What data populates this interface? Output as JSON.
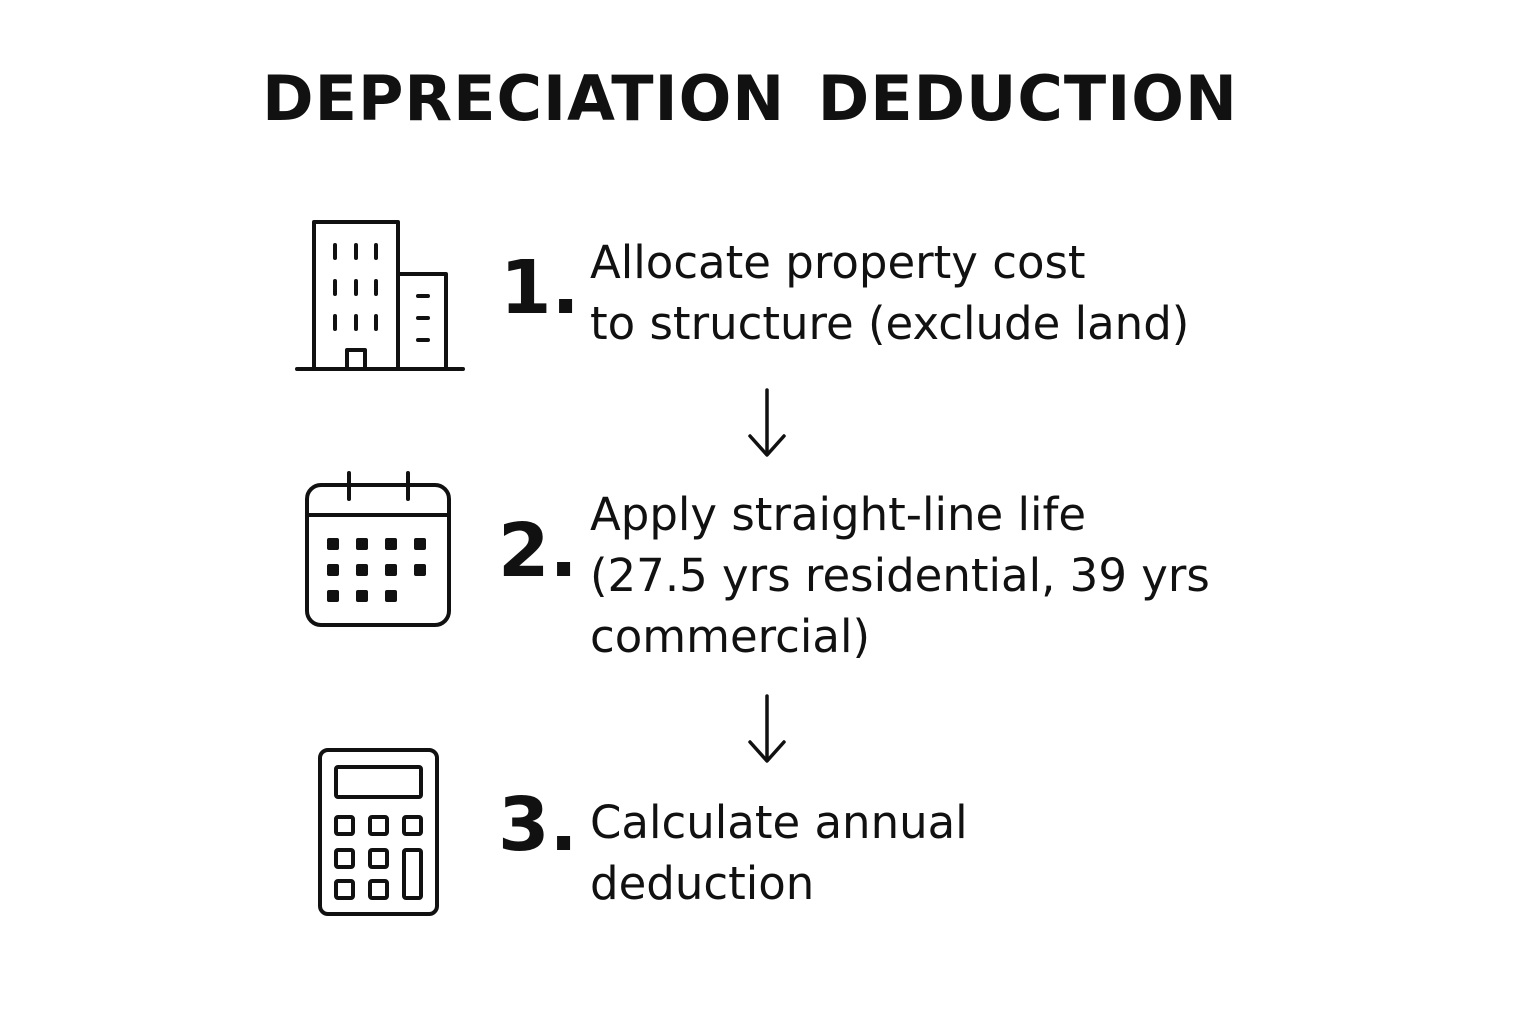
{
  "title": "DEPRECIATION DEDUCTION",
  "steps": [
    {
      "number": "1.",
      "icon": "building-icon",
      "lines": [
        "Allocate property cost",
        "to structure (exclude land)"
      ]
    },
    {
      "number": "2.",
      "icon": "calendar-icon",
      "lines": [
        "Apply straight-line life",
        "(27.5 yrs residential, 39 yrs",
        "commercial)"
      ]
    },
    {
      "number": "3.",
      "icon": "calculator-icon",
      "lines": [
        "Calculate annual",
        "deduction"
      ]
    }
  ],
  "colors": {
    "ink": "#111111",
    "background": "#ffffff"
  }
}
